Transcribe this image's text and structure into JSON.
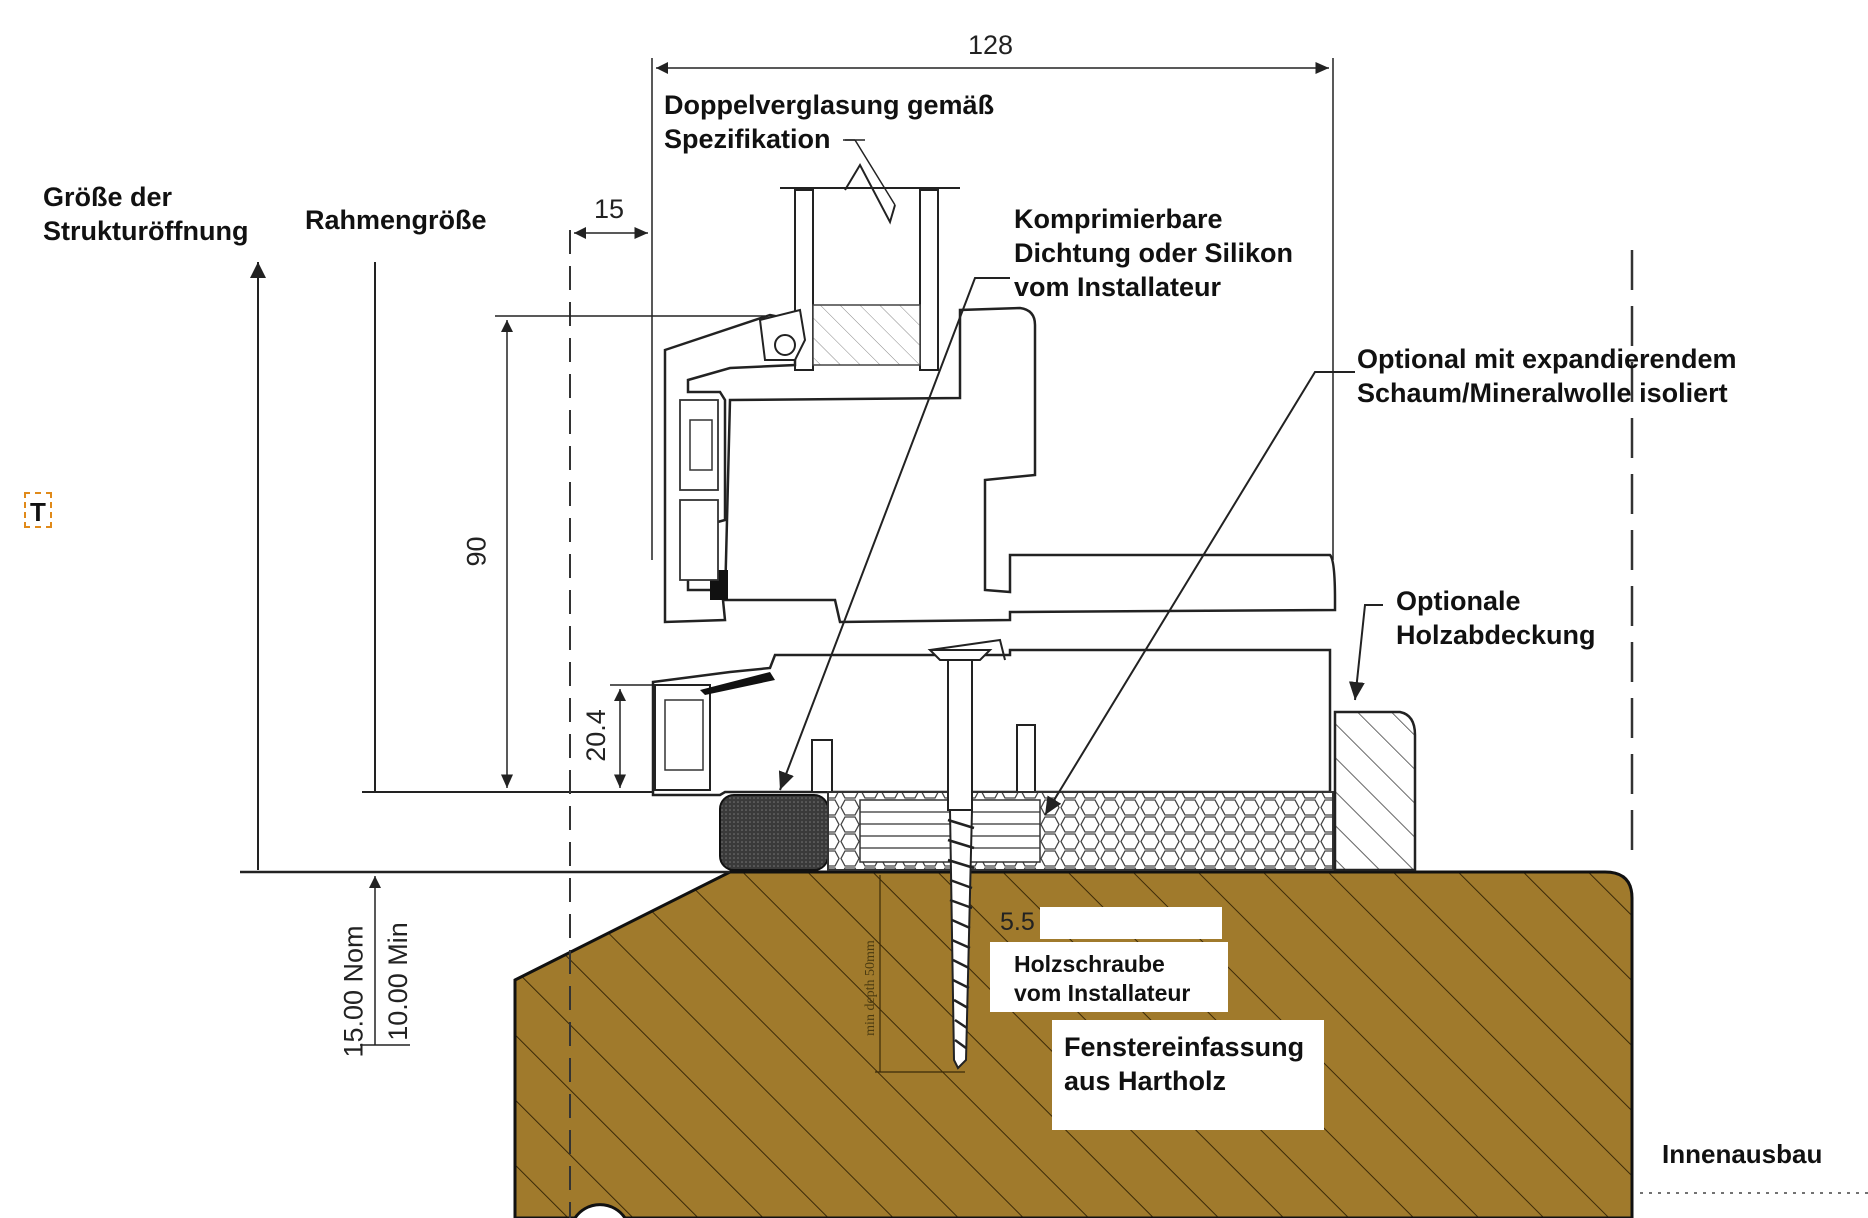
{
  "dimensions": {
    "overall_width": "128",
    "offset": "15",
    "frame_height": "90",
    "sill_height": "20.4",
    "nominal_gap": "15.00 Nom",
    "min_gap": "10.00 Min",
    "screw_size": "5.5",
    "screw_depth": "min depth 50mm"
  },
  "labels": {
    "glazing_line1": "Doppelverglasung gemäß",
    "glazing_line2": "Spezifikation",
    "structure_line1": "Größe der",
    "structure_line2": "Strukturöffnung",
    "frame_size": "Rahmengröße",
    "seal_line1": "Komprimierbare",
    "seal_line2": "Dichtung oder Silikon",
    "seal_line3": "vom Installateur",
    "insulation_line1": "Optional mit expandierendem",
    "insulation_line2": "Schaum/Mineralwolle isoliert",
    "cover_line1": "Optionale",
    "cover_line2": "Holzabdeckung",
    "screw_line1": "Holzschraube",
    "screw_line2": "vom Installateur",
    "sill_line1": "Fenstereinfassung",
    "sill_line2": "aus Hartholz",
    "interior": "Innenausbau",
    "badge": "T"
  },
  "colors": {
    "hardwood": "#a07a2c",
    "line": "#222222",
    "seal": "#3a3a3a"
  }
}
